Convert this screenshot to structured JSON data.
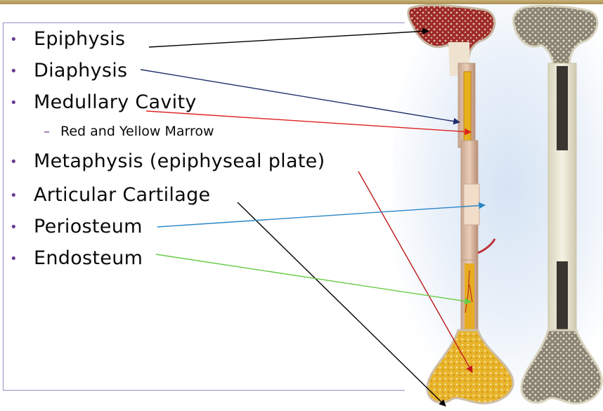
{
  "labels": {
    "items": [
      {
        "text": "Epiphysis"
      },
      {
        "text": "Diaphysis"
      },
      {
        "text": "Medullary Cavity"
      },
      {
        "text": "Metaphysis (epiphyseal plate)"
      },
      {
        "text": "Articular Cartilage"
      },
      {
        "text": "Periosteum"
      },
      {
        "text": "Endosteum"
      }
    ],
    "subitem": {
      "text": "Red and Yellow Marrow"
    }
  },
  "pointer_colors": {
    "epiphysis": "#000000",
    "diaphysis": "#1f2f6b",
    "medullary_cavity": "#e02020",
    "metaphysis": "#c01818",
    "articular_cartilage": "#000000",
    "periosteum": "#2a86c8",
    "endosteum": "#66cc44"
  },
  "illustration": {
    "left_bone": "cutaway-long-bone",
    "right_bone": "sectioned-long-bone"
  }
}
